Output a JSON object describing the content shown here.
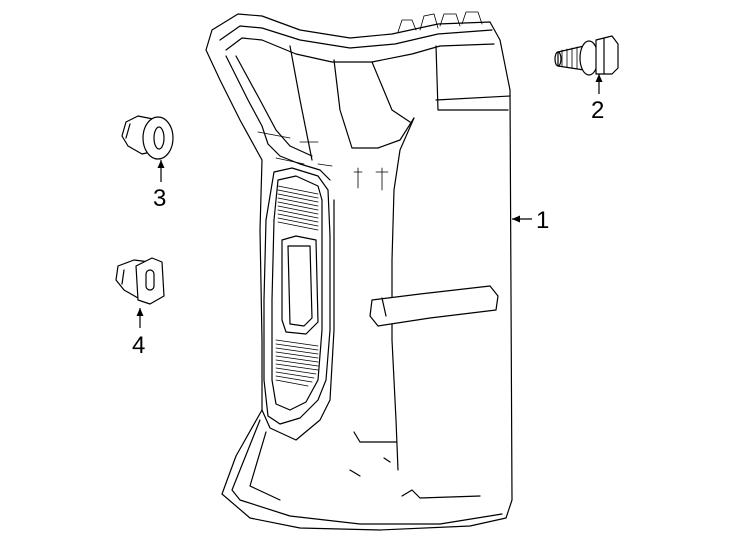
{
  "callouts": [
    {
      "id": "1",
      "label": "1"
    },
    {
      "id": "2",
      "label": "2"
    },
    {
      "id": "3",
      "label": "3"
    },
    {
      "id": "4",
      "label": "4"
    }
  ],
  "colors": {
    "line": "#000000",
    "background": "#ffffff"
  },
  "parts": [
    {
      "callout": "1",
      "icon": "tail-lamp-assembly"
    },
    {
      "callout": "2",
      "icon": "flange-bolt"
    },
    {
      "callout": "3",
      "icon": "grommet-nut"
    },
    {
      "callout": "4",
      "icon": "retainer-clip"
    }
  ]
}
